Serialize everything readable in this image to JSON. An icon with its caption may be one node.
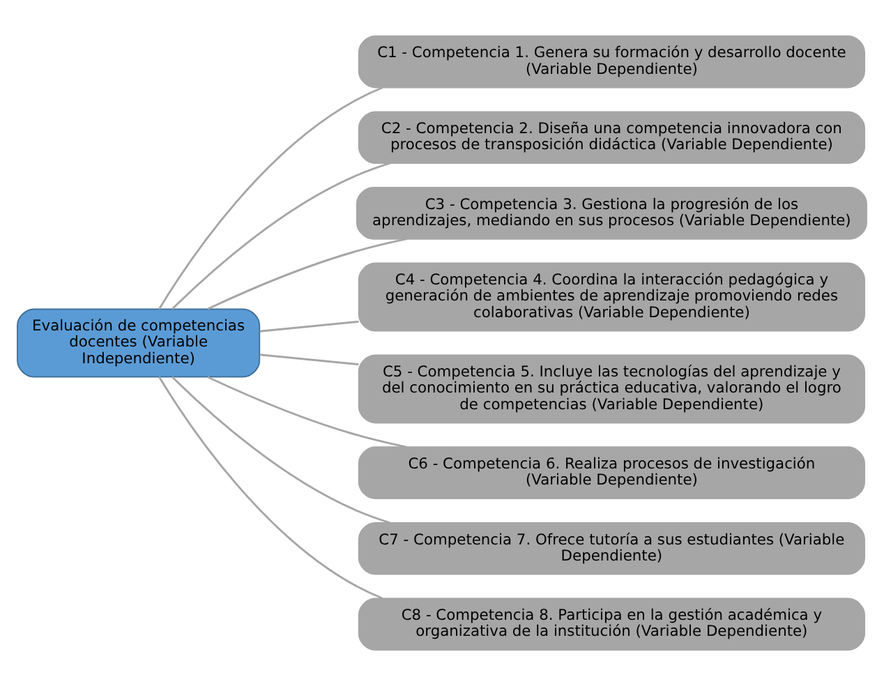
{
  "diagram": {
    "nodes": [
      {
        "text": [
          "Evaluación de competencias docentes (Variable Independiente)"
        ]
      },
      {
        "text": [
          "C1 - Competencia 1. Genera su formación y desarrollo docente (Variable Dependiente)"
        ]
      },
      {
        "text": [
          "C2 - Competencia 2. Diseña una competencia innovadora con procesos de transposición didáctica (Variable Dependiente)"
        ]
      },
      {
        "text": [
          "C3 - Competencia 3. Gestiona la progresión de los aprendizajes, mediando en sus procesos (Variable Dependiente)"
        ]
      },
      {
        "text": [
          "C4 - Competencia 4. Coordina la interacción pedagógica y generación de ambientes de aprendizaje promoviendo redes colaborativas (Variable Dependiente)"
        ]
      },
      {
        "text": [
          "C5 - Competencia 5. Incluye las tecnologías del aprendizaje y del conocimiento en su práctica educativa, valorando el logro de competencias (Variable Dependiente)"
        ]
      },
      {
        "text": [
          "C6 - Competencia 6. Realiza procesos de investigación (Variable Dependiente)"
        ]
      },
      {
        "text": [
          "C7 - Competencia 7. Ofrece tutoría a sus estudiantes (Variable Dependiente)"
        ]
      },
      {
        "text": [
          "C8 - Competencia 8. Participa en la gestión académica y organizativa de la institución (Variable Dependiente)"
        ]
      }
    ],
    "edges": [
      {
        "from": 0,
        "to": 1,
        "arrow": "none"
      },
      {
        "from": 0,
        "to": 2,
        "arrow": "none"
      },
      {
        "from": 0,
        "to": 3,
        "arrow": "none"
      },
      {
        "from": 0,
        "to": 4,
        "arrow": "none"
      },
      {
        "from": 0,
        "to": 5,
        "arrow": "none"
      },
      {
        "from": 0,
        "to": 6,
        "arrow": "none"
      },
      {
        "from": 0,
        "to": 7,
        "arrow": "none"
      },
      {
        "from": 0,
        "to": 8,
        "arrow": "none"
      }
    ]
  }
}
